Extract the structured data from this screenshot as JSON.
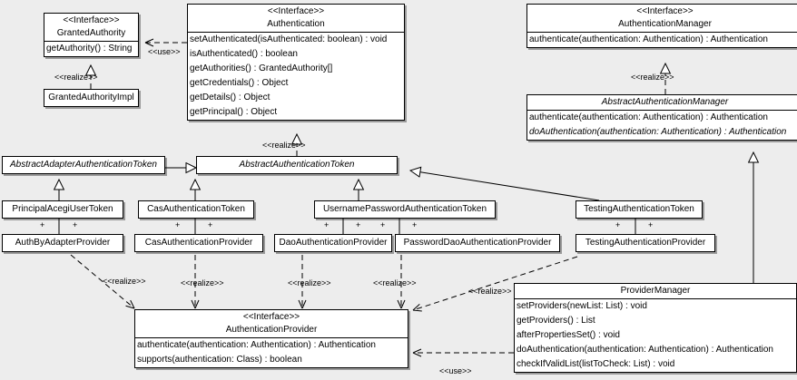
{
  "diagram": {
    "title": "Acegi Security Authentication UML Class Diagram",
    "background_color": "#ededed",
    "node_fill": "#ffffff",
    "line_color": "#000000"
  },
  "labels": {
    "interface_stereotype": "<<Interface>>",
    "realize": "<<realize>>",
    "use": "<<use>>",
    "plus": "+"
  },
  "nodes": {
    "granted_authority": {
      "stereotype": "<<Interface>>",
      "name": "GrantedAuthority",
      "members": [
        "getAuthority() : String"
      ]
    },
    "granted_authority_impl": {
      "name": "GrantedAuthorityImpl",
      "members": []
    },
    "authentication": {
      "stereotype": "<<Interface>>",
      "name": "Authentication",
      "members": [
        "setAuthenticated(isAuthenticated: boolean) : void",
        "isAuthenticated() : boolean",
        "getAuthorities() : GrantedAuthority[]",
        "getCredentials() : Object",
        "getDetails() : Object",
        "getPrincipal() : Object"
      ]
    },
    "authentication_manager": {
      "stereotype": "<<Interface>>",
      "name": "AuthenticationManager",
      "members": [
        "authenticate(authentication: Authentication) : Authentication"
      ]
    },
    "abstract_authentication_manager": {
      "name": "AbstractAuthenticationManager",
      "members": [
        "authenticate(authentication: Authentication) : Authentication",
        "doAuthentication(authentication: Authentication) : Authentication"
      ]
    },
    "abstract_adapter_authentication_token": {
      "name": "AbstractAdapterAuthenticationToken",
      "members": []
    },
    "abstract_authentication_token": {
      "name": "AbstractAuthenticationToken",
      "members": []
    },
    "principal_acegi_user_token": {
      "name": "PrincipalAcegiUserToken",
      "members": []
    },
    "cas_authentication_token": {
      "name": "CasAuthenticationToken",
      "members": []
    },
    "username_password_authentication_token": {
      "name": "UsernamePasswordAuthenticationToken",
      "members": []
    },
    "testing_authentication_token": {
      "name": "TestingAuthenticationToken",
      "members": []
    },
    "auth_by_adapter_provider": {
      "name": "AuthByAdapterProvider",
      "members": []
    },
    "cas_authentication_provider": {
      "name": "CasAuthenticationProvider",
      "members": []
    },
    "dao_authentication_provider": {
      "name": "DaoAuthenticationProvider",
      "members": []
    },
    "password_dao_authentication_provider": {
      "name": "PasswordDaoAuthenticationProvider",
      "members": []
    },
    "testing_authentication_provider": {
      "name": "TestingAuthenticationProvider",
      "members": []
    },
    "authentication_provider": {
      "stereotype": "<<Interface>>",
      "name": "AuthenticationProvider",
      "members": [
        "authenticate(authentication: Authentication) : Authentication",
        "supports(authentication: Class) : boolean"
      ]
    },
    "provider_manager": {
      "name": "ProviderManager",
      "members": [
        "setProviders(newList: List) : void",
        "getProviders() : List",
        "afterPropertiesSet() : void",
        "doAuthentication(authentication: Authentication) : Authentication",
        "checkIfValidList(listToCheck: List) : void"
      ]
    }
  },
  "relations": [
    {
      "name": "authentication-uses-grantedauthority",
      "type": "use",
      "label": "<<use>>",
      "from": "authentication",
      "to": "granted_authority"
    },
    {
      "name": "grantedauthorityimpl-realizes-grantedauthority",
      "type": "realize",
      "label": "<<realize>>",
      "from": "granted_authority_impl",
      "to": "granted_authority"
    },
    {
      "name": "abstractauthenticationtoken-realizes-authentication",
      "type": "realize",
      "label": "<<realize>>",
      "from": "abstract_authentication_token",
      "to": "authentication"
    },
    {
      "name": "abstractauthenticationmanager-realizes-authenticationmanager",
      "type": "realize",
      "label": "<<realize>>",
      "from": "abstract_authentication_manager",
      "to": "authentication_manager"
    },
    {
      "name": "providermanager-extends-abstractauthenticationmanager",
      "type": "generalization",
      "label": "",
      "from": "provider_manager",
      "to": "abstract_authentication_manager"
    },
    {
      "name": "abstractadapterauthenticationtoken-extends-abstractauthenticationtoken",
      "type": "generalization",
      "label": "",
      "from": "abstract_adapter_authentication_token",
      "to": "abstract_authentication_token"
    },
    {
      "name": "principalacegiusertoken-extends-abstractadapterauthenticationtoken",
      "type": "generalization",
      "label": "",
      "from": "principal_acegi_user_token",
      "to": "abstract_adapter_authentication_token"
    },
    {
      "name": "casauthenticationtoken-extends-abstractauthenticationtoken",
      "type": "generalization",
      "label": "",
      "from": "cas_authentication_token",
      "to": "abstract_authentication_token"
    },
    {
      "name": "usernamepasswordauthenticationtoken-extends-abstractauthenticationtoken",
      "type": "generalization",
      "label": "",
      "from": "username_password_authentication_token",
      "to": "abstract_authentication_token"
    },
    {
      "name": "testingauthenticationtoken-extends-abstractauthenticationtoken",
      "type": "generalization",
      "label": "",
      "from": "testing_authentication_token",
      "to": "abstract_authentication_token"
    },
    {
      "name": "authbyadapterprovider-assoc-principalacegiusertoken",
      "type": "association",
      "label": "+",
      "from": "auth_by_adapter_provider",
      "to": "principal_acegi_user_token"
    },
    {
      "name": "casauthenticationprovider-assoc-casauthenticationtoken",
      "type": "association",
      "label": "+",
      "from": "cas_authentication_provider",
      "to": "cas_authentication_token"
    },
    {
      "name": "daoauthenticationprovider-assoc-usernamepasswordauthenticationtoken",
      "type": "association",
      "label": "+",
      "from": "dao_authentication_provider",
      "to": "username_password_authentication_token"
    },
    {
      "name": "passworddaoauthenticationprovider-assoc-usernamepasswordauthenticationtoken",
      "type": "association",
      "label": "+",
      "from": "password_dao_authentication_provider",
      "to": "username_password_authentication_token"
    },
    {
      "name": "testingauthenticationprovider-assoc-testingauthenticationtoken",
      "type": "association",
      "label": "+",
      "from": "testing_authentication_provider",
      "to": "testing_authentication_token"
    },
    {
      "name": "authbyadapterprovider-realizes-authenticationprovider",
      "type": "realize",
      "label": "<<realize>>",
      "from": "auth_by_adapter_provider",
      "to": "authentication_provider"
    },
    {
      "name": "casauthenticationprovider-realizes-authenticationprovider",
      "type": "realize",
      "label": "<<realize>>",
      "from": "cas_authentication_provider",
      "to": "authentication_provider"
    },
    {
      "name": "daoauthenticationprovider-realizes-authenticationprovider",
      "type": "realize",
      "label": "<<realize>>",
      "from": "dao_authentication_provider",
      "to": "authentication_provider"
    },
    {
      "name": "passworddaoauthenticationprovider-realizes-authenticationprovider",
      "type": "realize",
      "label": "<<realize>>",
      "from": "password_dao_authentication_provider",
      "to": "authentication_provider"
    },
    {
      "name": "testingauthenticationprovider-realizes-authenticationprovider",
      "type": "realize",
      "label": "<<realize>>",
      "from": "testing_authentication_provider",
      "to": "authentication_provider"
    },
    {
      "name": "providermanager-uses-authenticationprovider",
      "type": "use",
      "label": "<<use>>",
      "from": "provider_manager",
      "to": "authentication_provider"
    }
  ],
  "edge_labels": {
    "use_grantedauthority": "<<use>>",
    "realize_grantedauthorityimpl": "<<realize>>",
    "realize_abstractauthenticationtoken": "<<realize>>",
    "realize_abstractauthenticationmanager": "<<realize>>",
    "realize_authbyadapter": "<<realize>>",
    "realize_cas": "<<realize>>",
    "realize_dao": "<<realize>>",
    "realize_passworddao": "<<realize>>",
    "realize_testing": "<<realize>>",
    "use_providermanager": "<<use>>"
  }
}
